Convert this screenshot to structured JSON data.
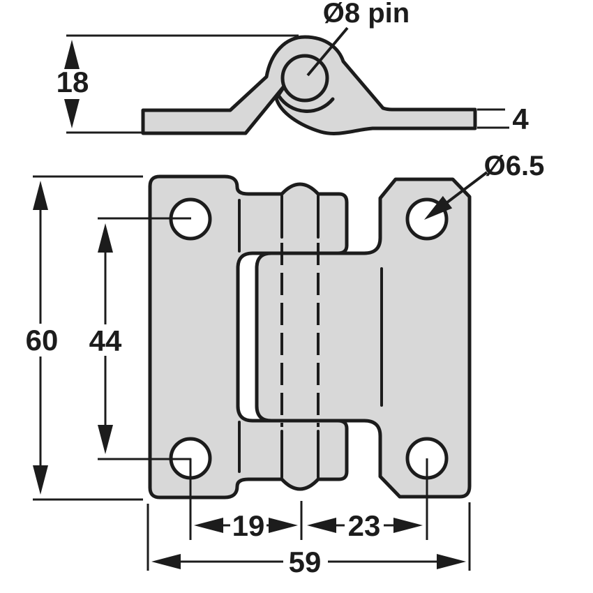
{
  "drawing": {
    "kind": "technical dimension drawing",
    "subject": "surface-mount hinge, two orthographic views",
    "side_view": {
      "pin_label": "Ø8 pin",
      "dim_knuckle_height": "18",
      "dim_leaf_thickness": "4"
    },
    "front_view": {
      "hole_label": "Ø6.5",
      "dim_overall_height": "60",
      "dim_hole_pitch_vertical": "44",
      "dim_center_to_left_holes": "19",
      "dim_center_to_right_holes": "23",
      "dim_overall_width": "59"
    },
    "colors": {
      "line": "#1c1c1c",
      "fill": "#d8d8d8",
      "hole": "#ffffff",
      "background": "#ffffff"
    }
  }
}
